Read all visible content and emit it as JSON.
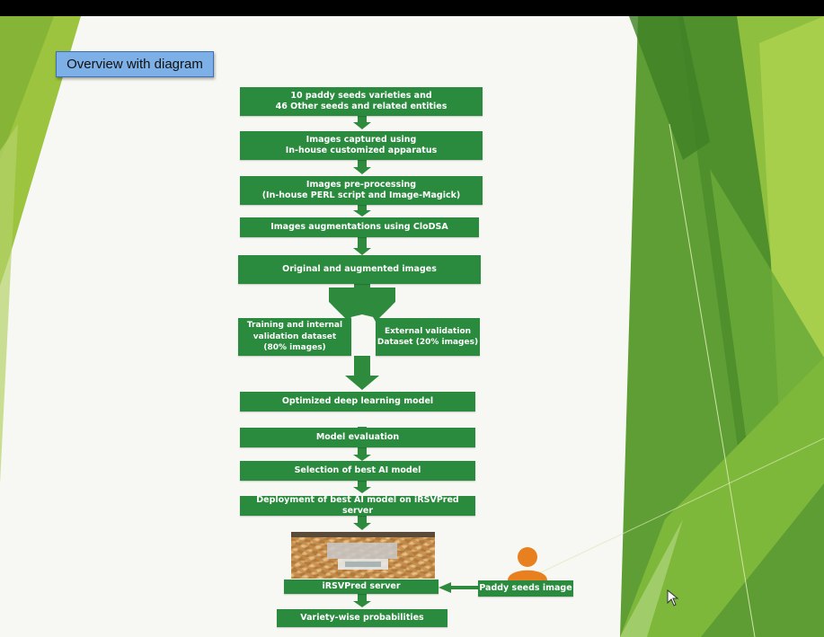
{
  "slide_title": "Overview with diagram",
  "steps": {
    "s1": "10 paddy seeds varieties and\n46 Other seeds and related entities",
    "s2": "Images captured using\nIn-house customized apparatus",
    "s3": "Images pre-processing\n(In-house PERL script and Image-Magick)",
    "s4": "Images augmentations using CloDSA",
    "s5": "Original and augmented images",
    "s6a": "Training and internal\nvalidation dataset\n(80% images)",
    "s6b": "External validation\nDataset (20% images)",
    "s7": "Optimized deep learning model",
    "s8": "Model evaluation",
    "s9": "Selection of best AI model",
    "s10": "Deployment of best AI model on iRSVPred server",
    "s11": "iRSVPred server",
    "s12": "Variety-wise probabilities",
    "input": "Paddy seeds image"
  },
  "icons": {
    "user": "person-icon",
    "cursor": "mouse-pointer-icon",
    "screenshot": "server-screenshot-image"
  },
  "colors": {
    "box_green": "#2a8a3d",
    "arrow_green": "#2e8b3e",
    "accent_green": "#8cbd3a",
    "title_blue": "#7db0e6",
    "person_orange": "#e8801f"
  }
}
